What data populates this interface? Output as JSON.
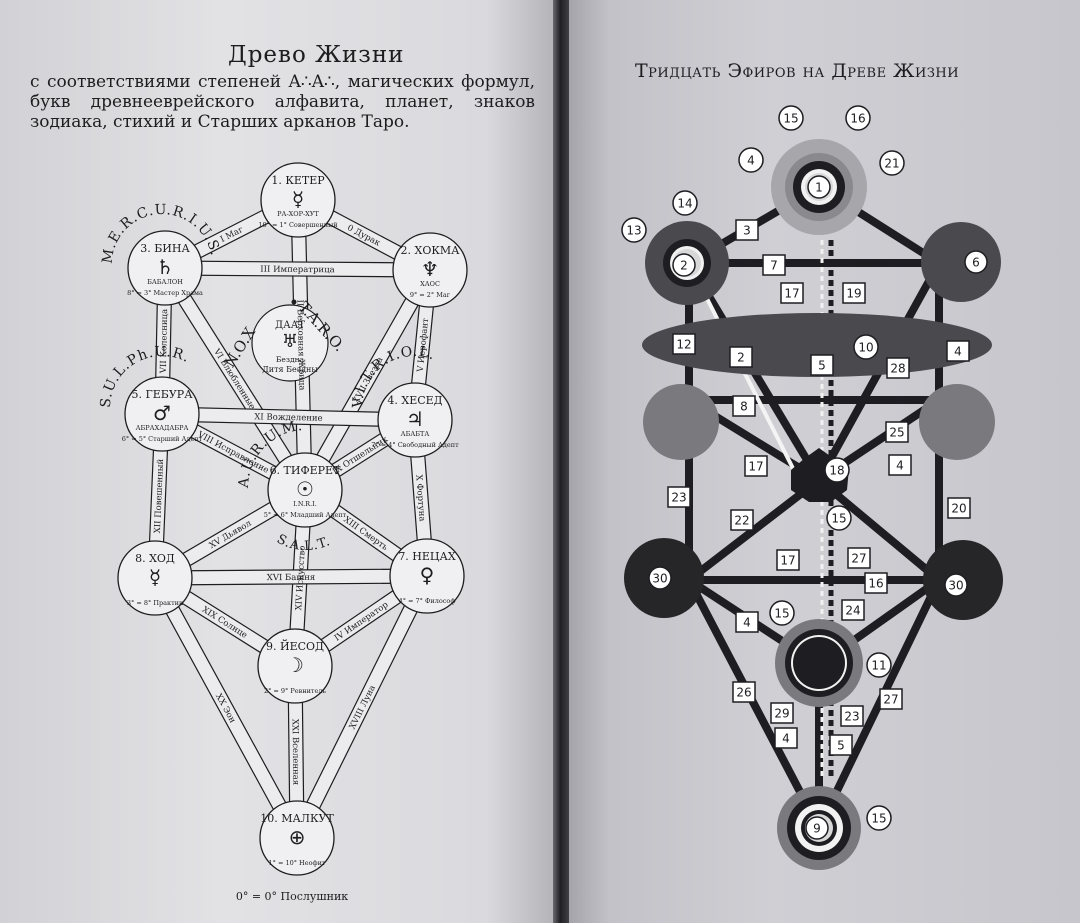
{
  "left_page": {
    "title": "Древо Жизни",
    "subtitle": "с соответствиями степеней A∴A∴, магических формул, букв древнееврейского алфавита, планет, знаков зодиака, стихий и Старших арканов Таро.",
    "sephiroth": [
      {
        "key": "keter",
        "name": "1. КЕТЕР",
        "symbol": "☿",
        "formula": "РА-ХОР-ХУТ",
        "grade": "10° = 1° Совершенный"
      },
      {
        "key": "chokmah",
        "name": "2. ХОКМА",
        "symbol": "♆",
        "formula": "ХАОС",
        "grade": "9° = 2° Маг"
      },
      {
        "key": "binah",
        "name": "3. БИНА",
        "symbol": "♄",
        "formula": "БАБАЛОН",
        "grade": "8° = 3° Мастер Храма"
      },
      {
        "key": "chesed",
        "name": "4. ХЕСЕД",
        "symbol": "♃",
        "formula": "АБАБТА",
        "grade": "7° = 4° Свободный Адепт"
      },
      {
        "key": "geburah",
        "name": "5. ГЕБУРА",
        "symbol": "♂",
        "formula": "АБРАХАДАБРА",
        "grade": "6° = 5° Старший Адепт"
      },
      {
        "key": "tiphareth",
        "name": "6. ТИФЕРЕТ",
        "symbol": "☉",
        "formula": "I.N.R.I.",
        "grade": "5° = 6° Младший Адепт"
      },
      {
        "key": "netzach",
        "name": "7. НЕЦАХ",
        "symbol": "♀",
        "formula": "",
        "grade": "4° = 7° Философ"
      },
      {
        "key": "hod",
        "name": "8. ХОД",
        "symbol": "☿",
        "formula": "",
        "grade": "3° = 8° Практик"
      },
      {
        "key": "yesod",
        "name": "9. ЙЕСОД",
        "symbol": "☽",
        "formula": "",
        "grade": "2° = 9° Ревнитель"
      },
      {
        "key": "malkuth",
        "name": "10. МАЛКУТ",
        "symbol": "⊕",
        "formula": "",
        "grade": "1° = 10° Неофит"
      }
    ],
    "daath": {
      "name": "ДААТ",
      "symbol": "♅",
      "line1": "Бездна",
      "line2": "Дитя Бездны"
    },
    "formulas": {
      "mercurius": "M.E.R.C.U.R.I.U.S.",
      "nox": "N.O.X",
      "taro": "T.A.R.O.",
      "sulphur": "S.U.L.Ph.U.R.",
      "vitriol": "V.I.T.R.I.O.L.",
      "aurum": "A.U.R.U.M.",
      "salt": "S.A.L.T."
    },
    "paths": {
      "keter_binah": "I Маг",
      "keter_chokmah": "0 Дурак",
      "keter_tiphareth": "II Верховная Жрица",
      "chokmah_binah": "III Императрица",
      "chokmah_tiphareth": "XVII Звезда",
      "chokmah_chesed": "V Иерофант",
      "binah_tiphareth": "VI Влюбленные",
      "binah_geburah": "VII Колесница",
      "chesed_geburah": "XI Вожделение",
      "chesed_tiphareth": "IX Отшельник",
      "chesed_netzach": "X Фортуна",
      "geburah_tiphareth": "VIII Исправление",
      "geburah_hod": "XII Повешенный",
      "tiphareth_netzach": "XIII Смерть",
      "tiphareth_yesod": "XIV Искусство",
      "tiphareth_hod": "XV Дьявол",
      "netzach_hod": "XVI Башня",
      "netzach_yesod": "IV Император",
      "netzach_malkuth": "XVIII Луна",
      "hod_yesod": "XIX Солнце",
      "hod_malkuth": "XX Эон",
      "yesod_malkuth": "XXI Вселенная"
    },
    "footer": "0° = 0° Послушник"
  },
  "right_page": {
    "title": "Тридцать Эфиров на Древе Жизни",
    "sphere_labels": [
      "1",
      "2",
      "6",
      "9",
      "30",
      "30"
    ],
    "callouts": [
      "15",
      "16",
      "21",
      "4",
      "14",
      "13",
      "15",
      "11",
      "15",
      "15",
      "18",
      "10"
    ],
    "path_numbers": [
      "3",
      "7",
      "17",
      "19",
      "12",
      "2",
      "5",
      "28",
      "4",
      "8",
      "25",
      "17",
      "4",
      "23",
      "22",
      "20",
      "17",
      "27",
      "16",
      "24",
      "4",
      "26",
      "27",
      "29",
      "23",
      "4",
      "5"
    ]
  },
  "colors": {
    "ink": "#1d1d1f",
    "page_left": "#dedee2",
    "page_right": "#c9c9ce",
    "dark_sphere": "#4a4a4e",
    "mid_sphere": "#7a7a7e",
    "light_sphere": "#a7a7ab"
  }
}
